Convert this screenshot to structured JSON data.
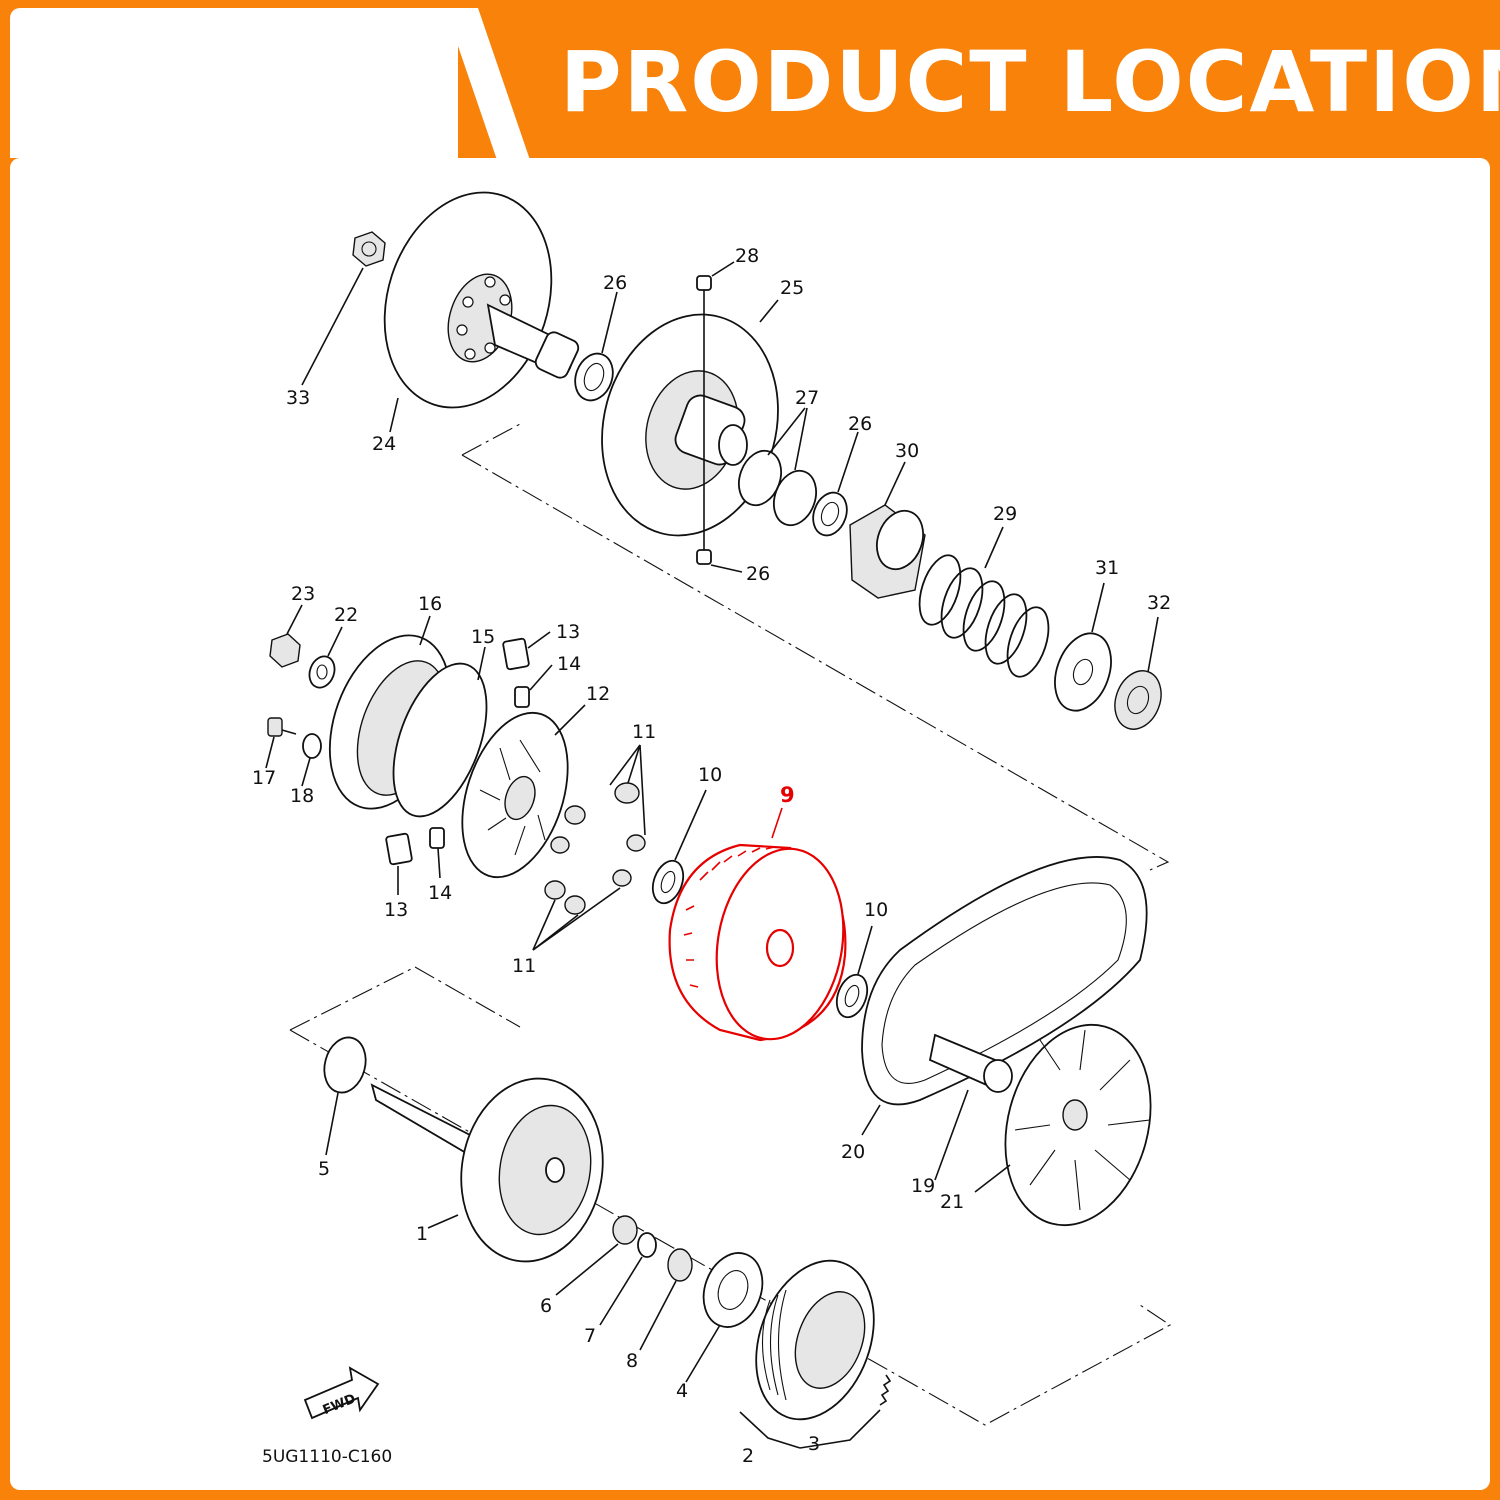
{
  "header": {
    "title": "PRODUCT LOCATION",
    "accent_color": "#f8820a",
    "highlight_color": "#e60000"
  },
  "diagram": {
    "code": "5UG1110-C160",
    "fwd_label": "FWD",
    "highlighted_part": "9",
    "callouts": {
      "c33": "33",
      "c24": "24",
      "c26a": "26",
      "c28": "28",
      "c25": "25",
      "c27": "27",
      "c26b": "26",
      "c30": "30",
      "c26c": "26",
      "c29": "29",
      "c31": "31",
      "c32": "32",
      "c23": "23",
      "c22": "22",
      "c16": "16",
      "c15": "15",
      "c13a": "13",
      "c14a": "14",
      "c12": "12",
      "c11a": "11",
      "c17": "17",
      "c18": "18",
      "c10a": "10",
      "c9": "9",
      "c13b": "13",
      "c14b": "14",
      "c11b": "11",
      "c10b": "10",
      "c5": "5",
      "c1": "1",
      "c20": "20",
      "c19": "19",
      "c21": "21",
      "c6": "6",
      "c7": "7",
      "c8": "8",
      "c4": "4",
      "c2": "2",
      "c3": "3"
    }
  }
}
